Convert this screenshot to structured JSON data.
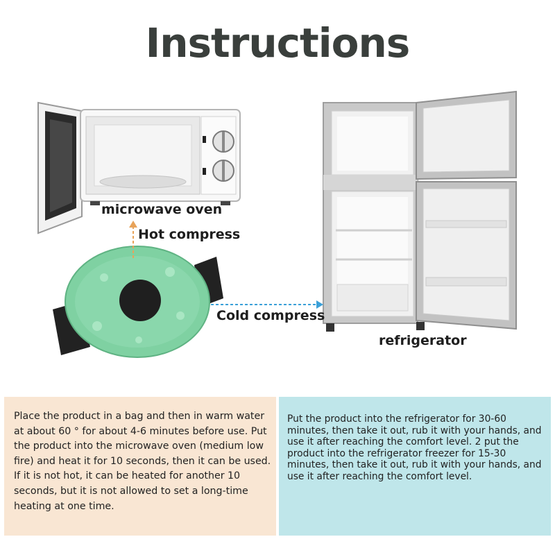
{
  "title": "Instructions",
  "labels": {
    "microwave": "microwave oven",
    "hot": "Hot compress",
    "cold": "Cold compress",
    "fridge": "refrigerator"
  },
  "panels": {
    "left": "Place the product in a bag and then in warm water at about 60 ° for about 4-6 minutes before use. Put the product into the microwave oven (medium low fire) and heat it for 10 seconds, then it can be used. If it is not hot, it can be heated for another 10 seconds, but it is not allowed to set a long-time heating at one time.",
    "right": "Put the product into the refrigerator for 30-60 minutes, then take it out, rub it with your hands, and use it after reaching the comfort level. 2 put the product into the refrigerator freezer for 15-30 minutes, then take it out, rub it with your hands, and use it after reaching the comfort level."
  },
  "colors": {
    "arrow_hot": "#e8a35a",
    "arrow_cold": "#3aa0d8",
    "left_panel": "#f9e6d3",
    "right_panel": "#bfe6ea",
    "gel": "#7fd1a2"
  }
}
